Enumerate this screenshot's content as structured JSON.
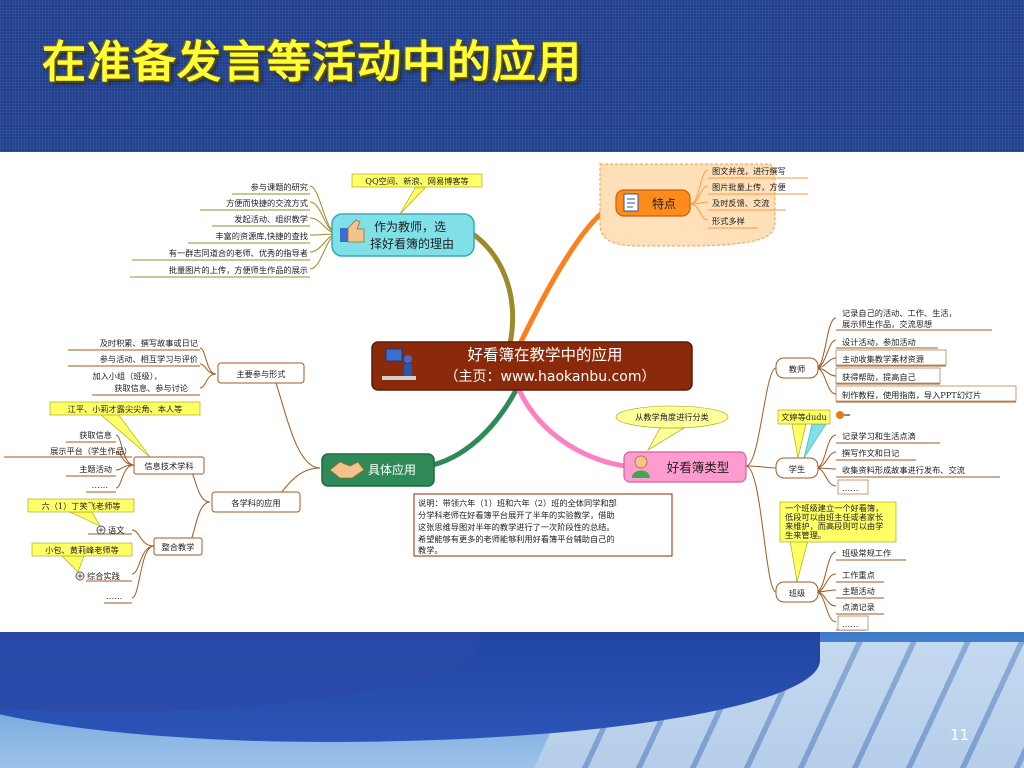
{
  "slide": {
    "title": "在准备发言等活动中的应用",
    "page_number": "11"
  },
  "mindmap": {
    "center": {
      "title": "好看簿在教学中的应用",
      "subtitle": "（主页：www.haokanbu.com）"
    },
    "teacher_reason": {
      "label_line1": "作为教师，选",
      "label_line2": "择好看簿的理由",
      "callout": "QQ空间、新浪、网易博客等",
      "items": [
        "参与课题的研究",
        "方便而快捷的交流方式",
        "发起活动、组织教学",
        "丰富的资源库,快捷的查找",
        "有一群志同道合的老师、优秀的指导者",
        "批量图片的上传，方便师生作品的展示"
      ]
    },
    "features": {
      "label": "特点",
      "items": [
        "图文并茂，进行撰写",
        "图片批量上传，方便",
        "及时反馈、交流",
        "形式多样"
      ]
    },
    "application": {
      "label": "具体应用",
      "main_forms": {
        "label": "主要参与形式",
        "items": [
          "及时积累、撰写故事或日记",
          "参与活动、相互学习与评价",
          "加入小组（班级），",
          "获取信息、参与讨论"
        ]
      },
      "subjects": {
        "label": "各学科的应用",
        "it": {
          "label": "信息技术学科",
          "callout": "江平、小莉才露尖尖角、本人等",
          "items": [
            "获取信息",
            "展示平台（学生作品）",
            "主题活动",
            "……"
          ]
        },
        "integrated": {
          "label": "整合教学",
          "callout1": "六（1）丁笑飞老师等",
          "callout2": "小包、黄莉峰老师等",
          "items": [
            "语文",
            "综合实践",
            "……"
          ]
        }
      }
    },
    "types": {
      "label": "好看簿类型",
      "callout": "从教学角度进行分类",
      "teacher": {
        "label": "教师",
        "items": [
          "记录自己的活动、工作、生活，",
          "展示师生作品，交流思想",
          "设计活动，参加活动",
          "主动收集教学素材资源",
          "获得帮助，提高自己",
          "制作教程，使用指南，导入PPT幻灯片"
        ]
      },
      "student": {
        "label": "学生",
        "callout": "文婷等dudu",
        "items": [
          "记录学习和生活点滴",
          "撰写作文和日记",
          "收集资料形成故事进行发布、交流",
          "……"
        ]
      },
      "class": {
        "label": "班级",
        "note": [
          "一个班级建立一个好看簿，",
          "低段可以由班主任或者家长",
          "来维护，而高段则可以由学",
          "生来管理。"
        ],
        "items": [
          "班级常规工作",
          "工作重点",
          "主题活动",
          "点滴记录",
          "……"
        ]
      }
    },
    "description": {
      "lines": [
        "说明：带领六年（1）班和六年（2）班的全体同学和部",
        "分学科老师在好看簿平台展开了半年的实验教学，借助",
        "这张思维导图对半年的教学进行了一次阶段性的总结。",
        "希望能够有更多的老师能够利用好看簿平台辅助自己的",
        "教学。"
      ]
    }
  },
  "colors": {
    "title_yellow": "#ffff33",
    "center_brown": "#8b2a0a",
    "teal_node": "#7fe0e8",
    "green_node": "#2e8b57",
    "orange_branch": "#ff8c1a",
    "pink_node": "#ff9ccf",
    "callout_yellow": "#ffff66"
  }
}
